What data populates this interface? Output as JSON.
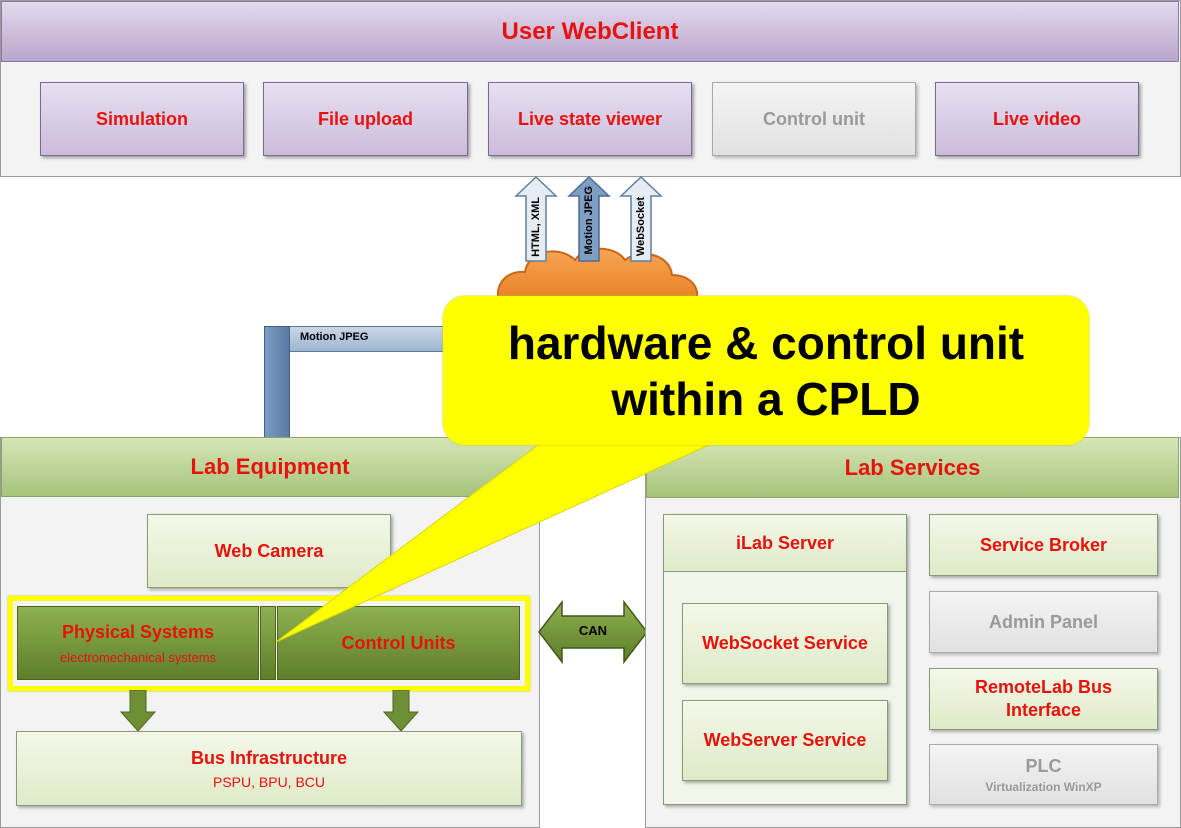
{
  "client": {
    "title": "User WebClient",
    "items": [
      {
        "label": "Simulation"
      },
      {
        "label": "File upload"
      },
      {
        "label": "Live state viewer"
      },
      {
        "label": "Control unit"
      },
      {
        "label": "Live video"
      }
    ]
  },
  "protocols": [
    "HTML, XML",
    "Motion JPEG",
    "WebSocket"
  ],
  "motion_jpeg_link": "Motion JPEG",
  "callout": {
    "line1": "hardware & control unit",
    "line2": "within a CPLD"
  },
  "lab_equipment": {
    "title": "Lab Equipment",
    "web_camera": "Web Camera",
    "physical_systems": "Physical Systems",
    "physical_systems_sub": "electromechanical systems",
    "control_units": "Control Units",
    "bus": "Bus Infrastructure",
    "bus_sub": "PSPU, BPU, BCU"
  },
  "can_label": "CAN",
  "lab_services": {
    "title": "Lab Services",
    "ilab_server": "iLab Server",
    "websocket_service": "WebSocket Service",
    "webserver_service": "WebServer Service",
    "service_broker": "Service Broker",
    "admin_panel": "Admin Panel",
    "remotelab_bus": "RemoteLab Bus Interface",
    "plc": "PLC",
    "plc_sub": "Virtualization WinXP"
  },
  "colors": {
    "label_red": "#e8120c",
    "callout_yellow": "#ffff00",
    "cloud_orange": "#f08a2a"
  }
}
